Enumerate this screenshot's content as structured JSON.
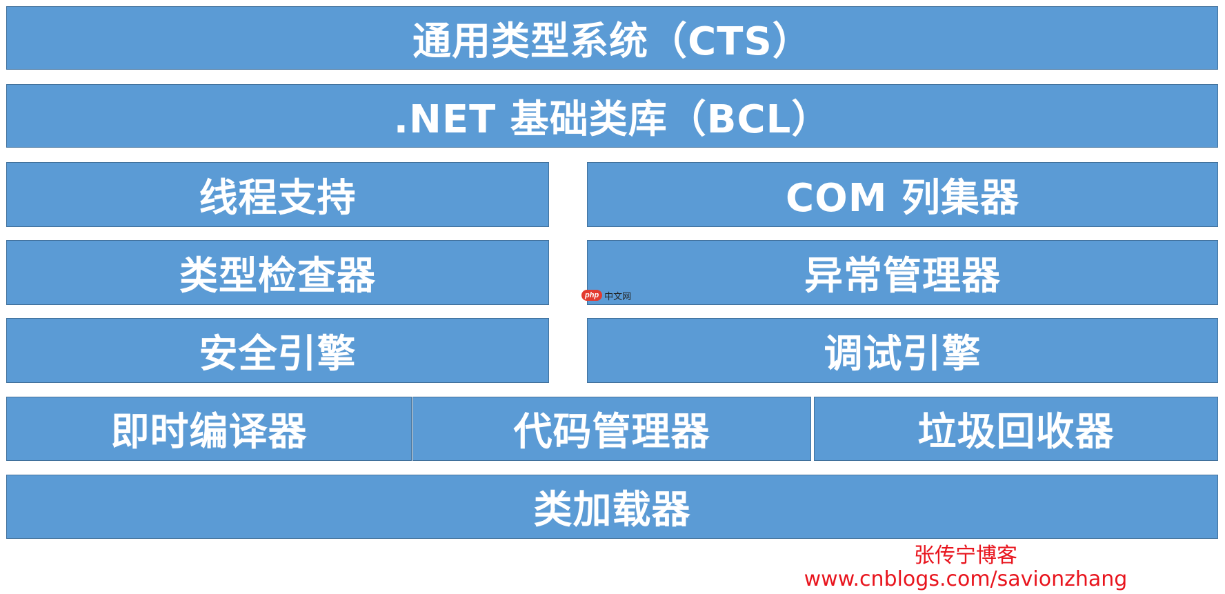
{
  "diagram": {
    "blocks": {
      "cts": "通用类型系统（CTS）",
      "bcl": ".NET 基础类库（BCL）",
      "thread_support": "线程支持",
      "com_marshaler": "COM 列集器",
      "type_checker": "类型检查器",
      "exception_manager": "异常管理器",
      "security_engine": "安全引擎",
      "debug_engine": "调试引擎",
      "jit_compiler": "即时编译器",
      "code_manager": "代码管理器",
      "garbage_collector": "垃圾回收器",
      "class_loader": "类加载器"
    },
    "colors": {
      "block_fill": "#5b9bd5",
      "block_border": "#41719c",
      "block_text": "#ffffff"
    }
  },
  "watermark": {
    "logo": "php",
    "text": "中文网"
  },
  "credit": {
    "name": "张传宁博客",
    "url": "www.cnblogs.com/savionzhang",
    "color": "#e8141d"
  }
}
